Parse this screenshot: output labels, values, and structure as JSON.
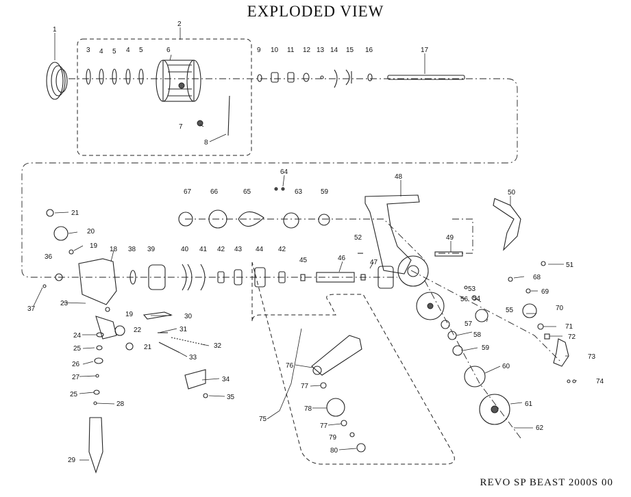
{
  "title": "EXPLODED VIEW",
  "model": "REVO SP BEAST 2000S 00",
  "part_numbers": [
    "1",
    "2",
    "3",
    "4",
    "5",
    "4",
    "5",
    "6",
    "7",
    "8",
    "9",
    "10",
    "11",
    "12",
    "13",
    "14",
    "15",
    "16",
    "17",
    "18",
    "19",
    "20",
    "21",
    "19",
    "21",
    "22",
    "23",
    "24",
    "25",
    "26",
    "27",
    "25",
    "28",
    "29",
    "30",
    "31",
    "32",
    "33",
    "34",
    "35",
    "36",
    "37",
    "38",
    "39",
    "40",
    "41",
    "42",
    "43",
    "44",
    "42",
    "45",
    "46",
    "47",
    "48",
    "49",
    "50",
    "51",
    "52",
    "53",
    "54",
    "55",
    "56",
    "57",
    "58",
    "59",
    "60",
    "61",
    "62",
    "63",
    "64",
    "65",
    "66",
    "67",
    "59",
    "68",
    "69",
    "70",
    "71",
    "72",
    "73",
    "74",
    "75",
    "76",
    "77",
    "77",
    "78",
    "79",
    "80"
  ]
}
